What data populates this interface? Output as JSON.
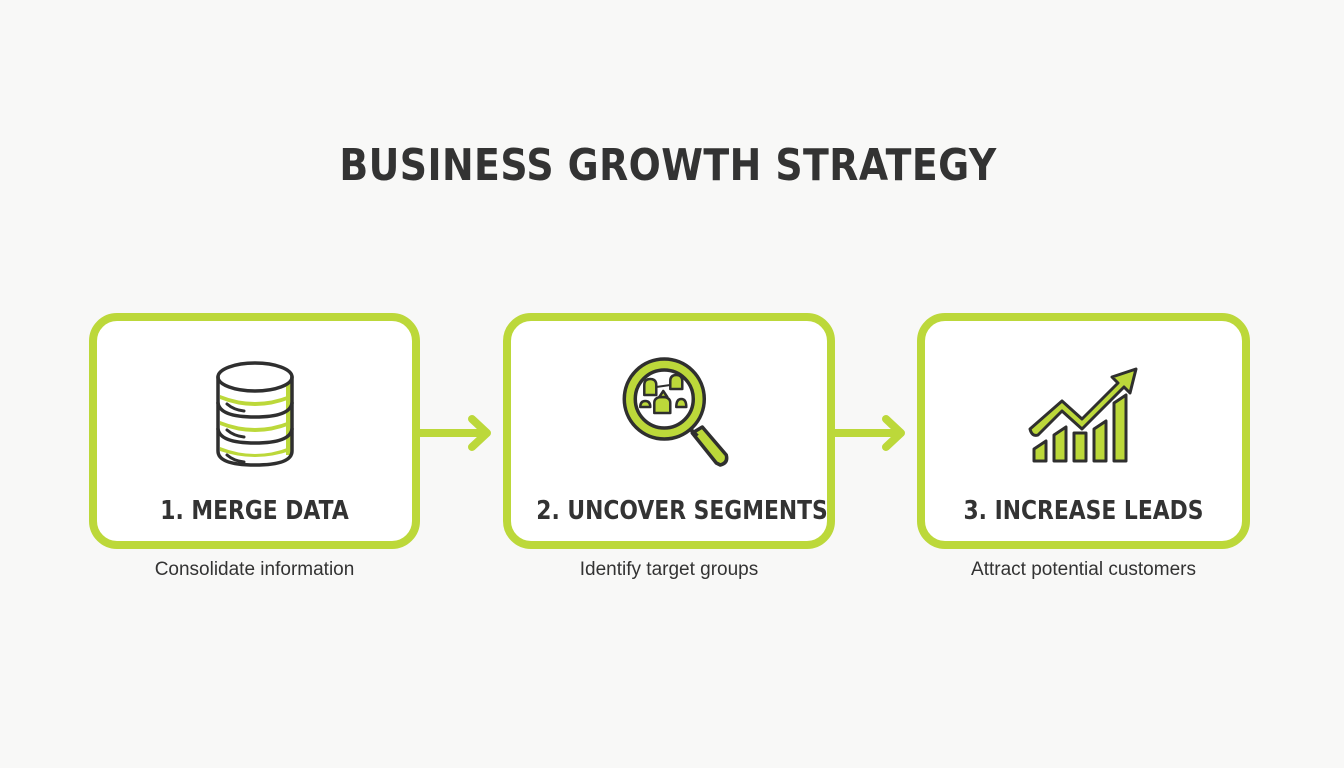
{
  "title": "BUSINESS GROWTH STRATEGY",
  "colors": {
    "accent": "#bcd83a",
    "text": "#333333",
    "background": "#f8f8f7",
    "box_fill": "#ffffff"
  },
  "steps": [
    {
      "label": "1. MERGE DATA",
      "description": "Consolidate information",
      "icon": "database-icon"
    },
    {
      "label": "2. UNCOVER SEGMENTS",
      "description": "Identify target groups",
      "icon": "magnifier-people-icon"
    },
    {
      "label": "3. INCREASE LEADS",
      "description": "Attract potential customers",
      "icon": "growth-chart-icon"
    }
  ],
  "connectors": [
    {
      "from": 1,
      "to": 2,
      "icon": "arrow-right-icon"
    },
    {
      "from": 2,
      "to": 3,
      "icon": "arrow-right-icon"
    }
  ]
}
